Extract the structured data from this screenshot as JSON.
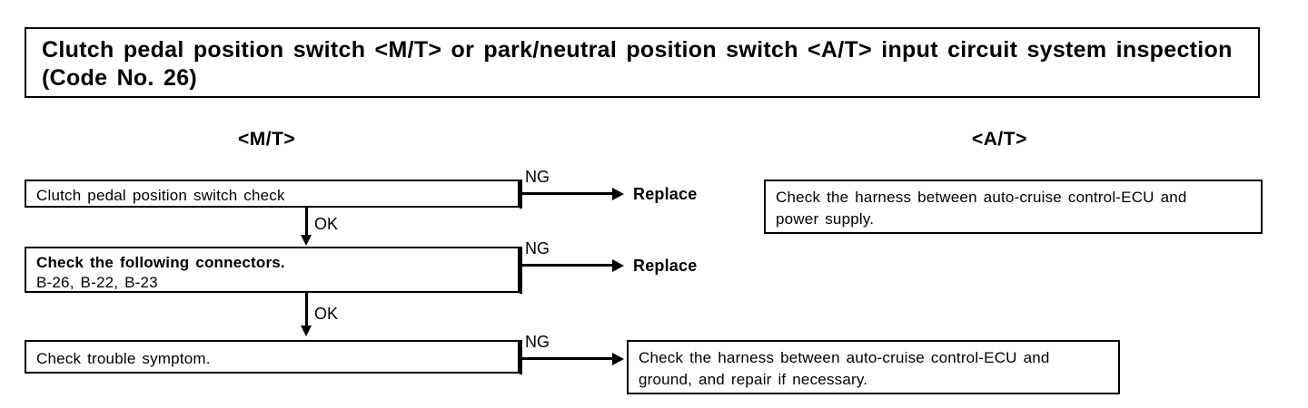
{
  "page": {
    "title": "Clutch pedal position switch <M/T> or park/neutral position switch <A/T> input circuit system inspection (Code No. 26)",
    "background_color": "#ffffff",
    "line_color": "#000000"
  },
  "sections": {
    "manual_transmission_label": "<M/T>",
    "automatic_transmission_label": "<A/T>"
  },
  "flow": {
    "mt": {
      "step1": {
        "text": "Clutch pedal position switch check",
        "ng_label": "NG",
        "ng_result": "Replace",
        "ok_label": "OK"
      },
      "step2": {
        "heading": "Check the following connectors.",
        "connectors": "B-26, B-22, B-23",
        "ng_label": "NG",
        "ng_result": "Replace",
        "ok_label": "OK"
      },
      "step3": {
        "text": "Check trouble symptom.",
        "ng_label": "NG"
      }
    },
    "at": {
      "step1": {
        "line1": "Check the harness between auto-cruise control-ECU and",
        "line2": "power supply."
      }
    },
    "result_box": {
      "line1": "Check the harness between auto-cruise control-ECU and",
      "line2": "ground, and repair if necessary."
    }
  }
}
